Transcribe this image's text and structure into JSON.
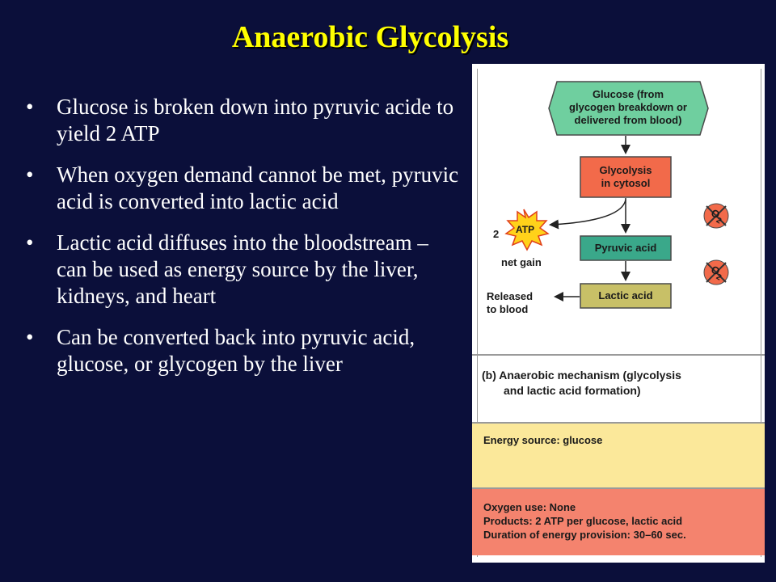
{
  "slide": {
    "title": "Anaerobic Glycolysis",
    "bullets": [
      "Glucose is broken down into pyruvic acide to yield 2 ATP",
      "When oxygen demand cannot be met, pyruvic acid is converted into lactic acid",
      "Lactic acid diffuses into the bloodstream – can be used as energy source by the liver, kidneys, and heart",
      "Can be converted back into pyruvic acid, glucose, or glycogen by the liver"
    ],
    "bullet_marker": "•"
  },
  "figure": {
    "glucose_box": [
      "Glucose (from",
      "glycogen breakdown or",
      "delivered from blood)"
    ],
    "glycolysis_box": [
      "Glycolysis",
      "in cytosol"
    ],
    "pyruvic_box": "Pyruvic acid",
    "lactic_box": "Lactic acid",
    "atp_count": "2",
    "atp_label": "ATP",
    "net_gain": "net gain",
    "released_label": [
      "Released",
      "to blood"
    ],
    "oxygen_symbol": "O",
    "oxygen_subscript": "2",
    "caption": [
      "(b) Anaerobic mechanism (glycolysis",
      "and lactic acid formation)"
    ],
    "energy_source": "Energy source: glucose",
    "oxygen_use": "Oxygen use: None",
    "products": "Products: 2 ATP per glucose, lactic acid",
    "duration": "Duration of energy provision: 30–60 sec."
  },
  "colors": {
    "background": "#0b0f3a",
    "title": "#ffff00",
    "glucose_box": "#6fcf9f",
    "glycolysis_box": "#f26a4a",
    "pyruvic_box": "#3aa88a",
    "lactic_box": "#c8c067",
    "atp_burst": "#ffd21a",
    "oxygen_circle": "#f26a4a",
    "energy_band": "#fbe89a",
    "oxygen_band": "#f4836e"
  }
}
